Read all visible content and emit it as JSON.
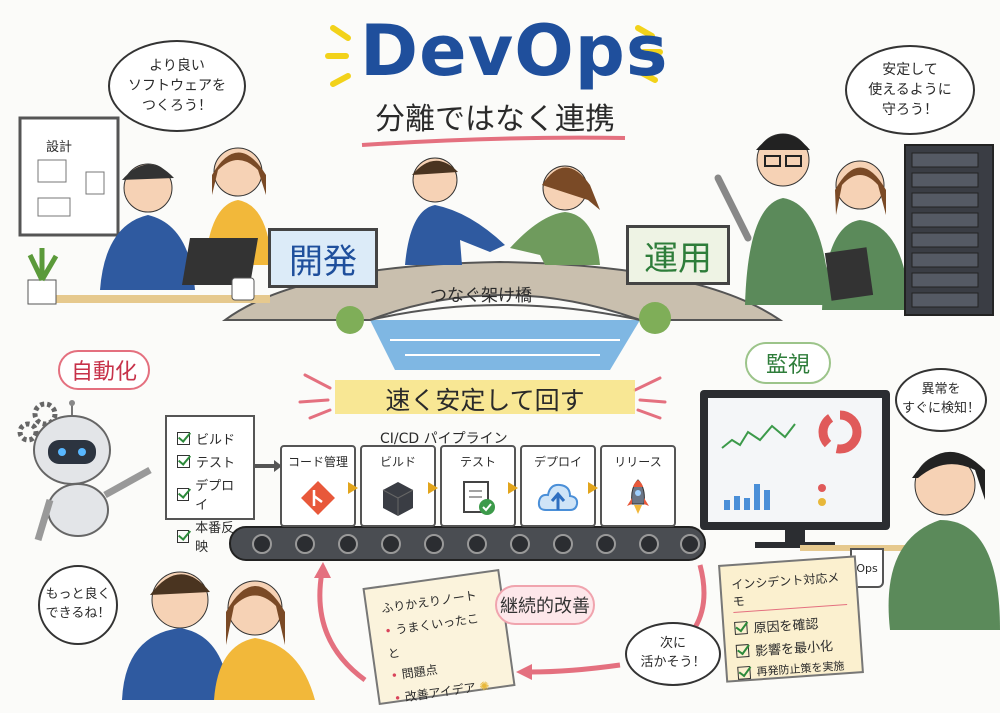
{
  "header": {
    "title": "DevOps",
    "subtitle": "分離ではなく連携"
  },
  "dev": {
    "bubble": [
      "より良い",
      "ソフトウェアを",
      "つくろう！"
    ],
    "whiteboard": "設計",
    "sign": "開発"
  },
  "bridge": {
    "label": "つなぐ架け橋"
  },
  "ops": {
    "bubble": [
      "安定して",
      "使えるように",
      "守ろう！"
    ],
    "sign": "運用"
  },
  "automation": {
    "label": "自動化",
    "checklist": [
      "ビルド",
      "テスト",
      "デプロイ",
      "本番反映"
    ]
  },
  "slogan": "速く安定して回す",
  "pipeline": {
    "label": "CI/CD パイプライン",
    "stages": [
      {
        "label": "コード管理",
        "icon": "git-icon"
      },
      {
        "label": "ビルド",
        "icon": "cube-icon"
      },
      {
        "label": "テスト",
        "icon": "clipboard-check-icon"
      },
      {
        "label": "デプロイ",
        "icon": "cloud-upload-icon"
      },
      {
        "label": "リリース",
        "icon": "rocket-icon"
      }
    ]
  },
  "monitoring": {
    "label": "監視",
    "bubble": [
      "異常を",
      "すぐに検知！"
    ],
    "mug": "Ops"
  },
  "incident": {
    "title": "インシデント対応メモ",
    "items": [
      "原因を確認",
      "影響を最小化",
      "再発防止策を実施"
    ]
  },
  "retro": {
    "bubble": [
      "もっと良く",
      "できるね！"
    ],
    "note_title": "ふりかえりノート",
    "note_items": [
      "うまくいったこと",
      "問題点",
      "改善アイデア"
    ]
  },
  "improvement": {
    "label": "継続的改善",
    "bubble": [
      "次に",
      "活かそう！"
    ]
  },
  "colors": {
    "title": "#1f4f9c",
    "accent_red": "#d9435a",
    "accent_green": "#2e7d3a",
    "highlight": "#f7e27a",
    "ops_green": "#5b8a5a",
    "dev_blue": "#2f5aa0"
  }
}
